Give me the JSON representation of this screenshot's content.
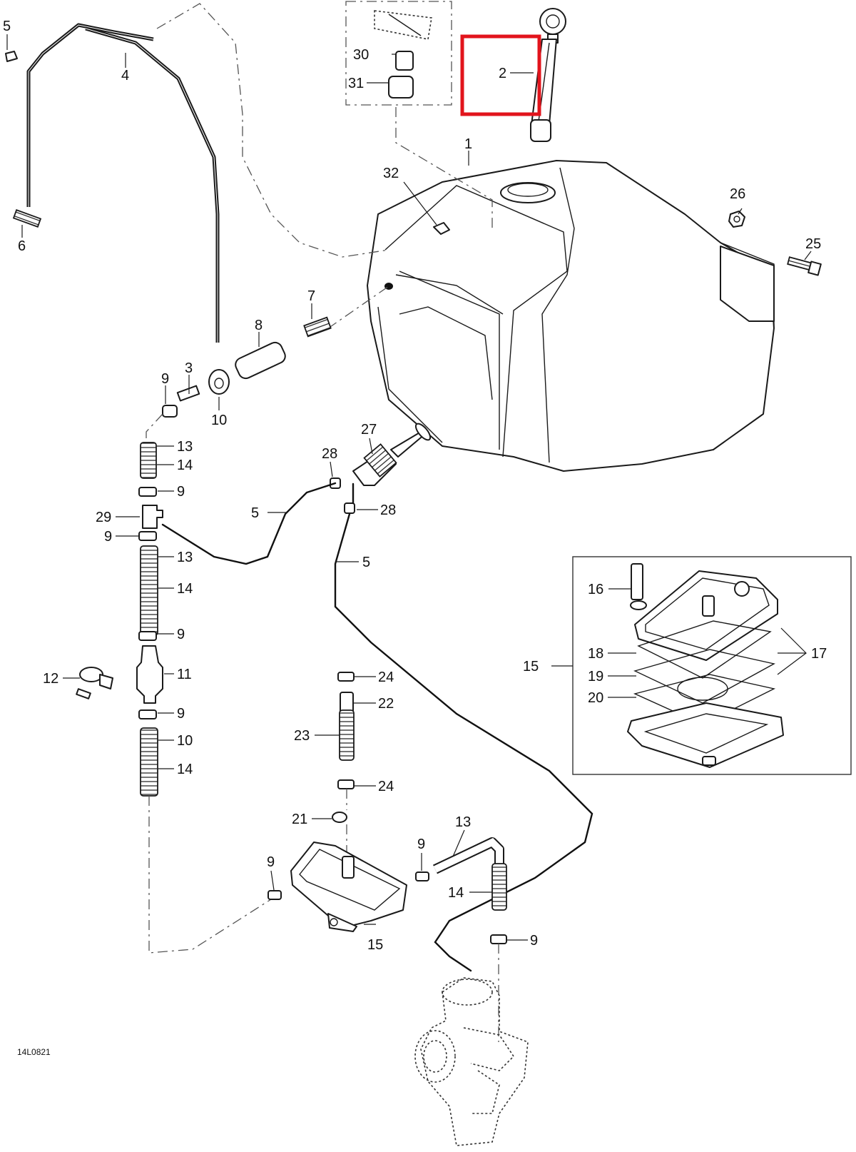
{
  "diagram_code": "14L0821",
  "highlight_color": "#e2141c",
  "line_color": "#1a1a1a",
  "callouts": [
    "1",
    "2",
    "3",
    "4",
    "5",
    "6",
    "7",
    "8",
    "9",
    "10",
    "11",
    "12",
    "13",
    "14",
    "15",
    "16",
    "17",
    "18",
    "19",
    "20",
    "21",
    "22",
    "23",
    "24",
    "25",
    "26",
    "27",
    "28",
    "29",
    "30",
    "31",
    "32"
  ]
}
